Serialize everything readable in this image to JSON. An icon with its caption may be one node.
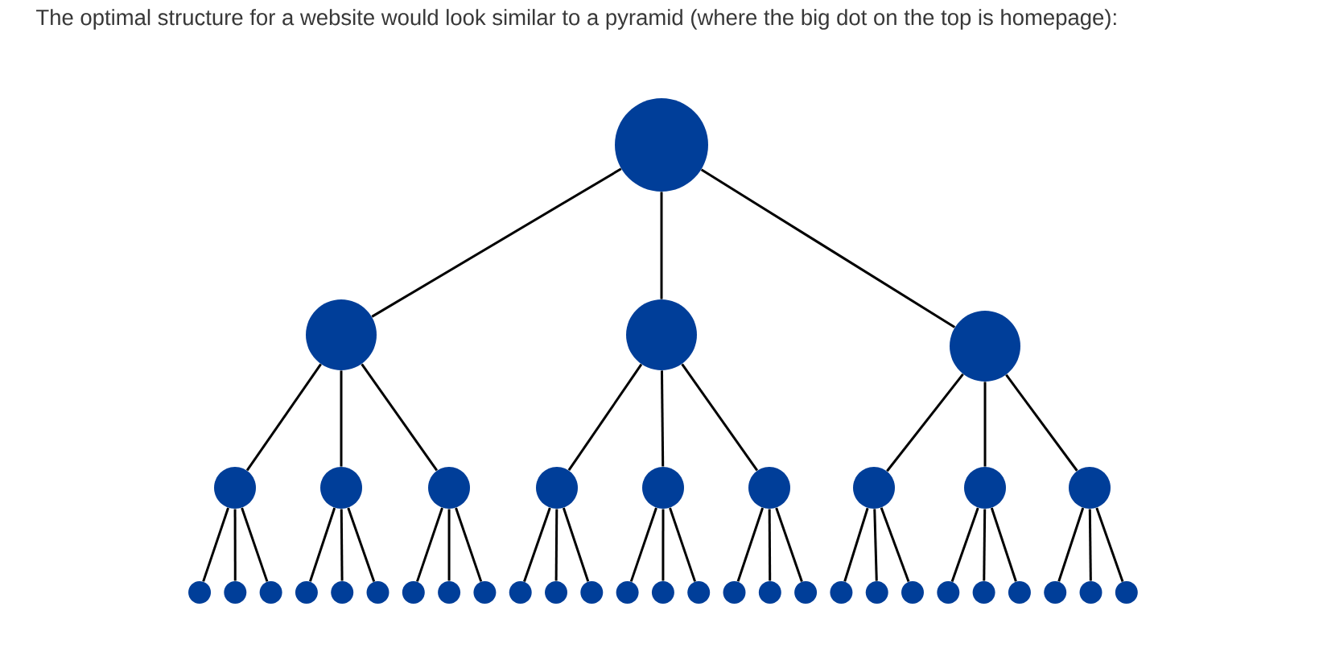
{
  "diagram": {
    "title": "The optimal structure for a website would look similar to a pyramid (where the big dot on the top is homepage):",
    "nodes": [
      {
        "text": [],
        "shape": "circle"
      },
      {
        "text": [],
        "shape": "circle"
      },
      {
        "text": [],
        "shape": "circle"
      },
      {
        "text": [],
        "shape": "circle"
      },
      {
        "text": [],
        "shape": "circle"
      },
      {
        "text": [],
        "shape": "circle"
      },
      {
        "text": [],
        "shape": "circle"
      },
      {
        "text": [],
        "shape": "circle"
      },
      {
        "text": [],
        "shape": "circle"
      },
      {
        "text": [],
        "shape": "circle"
      },
      {
        "text": [],
        "shape": "circle"
      },
      {
        "text": [],
        "shape": "circle"
      },
      {
        "text": [],
        "shape": "circle"
      },
      {
        "text": [],
        "shape": "circle"
      },
      {
        "text": [],
        "shape": "circle"
      },
      {
        "text": [],
        "shape": "circle"
      },
      {
        "text": [],
        "shape": "circle"
      },
      {
        "text": [],
        "shape": "circle"
      },
      {
        "text": [],
        "shape": "circle"
      },
      {
        "text": [],
        "shape": "circle"
      },
      {
        "text": [],
        "shape": "circle"
      },
      {
        "text": [],
        "shape": "circle"
      },
      {
        "text": [],
        "shape": "circle"
      },
      {
        "text": [],
        "shape": "circle"
      },
      {
        "text": [],
        "shape": "circle"
      },
      {
        "text": [],
        "shape": "circle"
      },
      {
        "text": [],
        "shape": "circle"
      },
      {
        "text": [],
        "shape": "circle"
      },
      {
        "text": [],
        "shape": "circle"
      },
      {
        "text": [],
        "shape": "circle"
      },
      {
        "text": [],
        "shape": "circle"
      },
      {
        "text": [],
        "shape": "circle"
      },
      {
        "text": [],
        "shape": "circle"
      },
      {
        "text": [],
        "shape": "circle"
      },
      {
        "text": [],
        "shape": "circle"
      },
      {
        "text": [],
        "shape": "circle"
      },
      {
        "text": [],
        "shape": "circle"
      },
      {
        "text": [],
        "shape": "circle"
      },
      {
        "text": [],
        "shape": "circle"
      },
      {
        "text": [],
        "shape": "circle"
      }
    ],
    "edges": [
      {
        "from": 0,
        "to": 1,
        "arrow": "none"
      },
      {
        "from": 0,
        "to": 2,
        "arrow": "none"
      },
      {
        "from": 0,
        "to": 3,
        "arrow": "none"
      },
      {
        "from": 1,
        "to": 4,
        "arrow": "none"
      },
      {
        "from": 1,
        "to": 5,
        "arrow": "none"
      },
      {
        "from": 1,
        "to": 6,
        "arrow": "none"
      },
      {
        "from": 2,
        "to": 7,
        "arrow": "none"
      },
      {
        "from": 2,
        "to": 8,
        "arrow": "none"
      },
      {
        "from": 2,
        "to": 9,
        "arrow": "none"
      },
      {
        "from": 3,
        "to": 10,
        "arrow": "none"
      },
      {
        "from": 3,
        "to": 11,
        "arrow": "none"
      },
      {
        "from": 3,
        "to": 12,
        "arrow": "none"
      },
      {
        "from": 4,
        "to": 13,
        "arrow": "none"
      },
      {
        "from": 4,
        "to": 14,
        "arrow": "none"
      },
      {
        "from": 4,
        "to": 15,
        "arrow": "none"
      },
      {
        "from": 5,
        "to": 16,
        "arrow": "none"
      },
      {
        "from": 5,
        "to": 17,
        "arrow": "none"
      },
      {
        "from": 5,
        "to": 18,
        "arrow": "none"
      },
      {
        "from": 6,
        "to": 19,
        "arrow": "none"
      },
      {
        "from": 6,
        "to": 20,
        "arrow": "none"
      },
      {
        "from": 6,
        "to": 21,
        "arrow": "none"
      },
      {
        "from": 7,
        "to": 22,
        "arrow": "none"
      },
      {
        "from": 7,
        "to": 23,
        "arrow": "none"
      },
      {
        "from": 7,
        "to": 24,
        "arrow": "none"
      },
      {
        "from": 8,
        "to": 25,
        "arrow": "none"
      },
      {
        "from": 8,
        "to": 26,
        "arrow": "none"
      },
      {
        "from": 8,
        "to": 27,
        "arrow": "none"
      },
      {
        "from": 9,
        "to": 28,
        "arrow": "none"
      },
      {
        "from": 9,
        "to": 29,
        "arrow": "none"
      },
      {
        "from": 9,
        "to": 30,
        "arrow": "none"
      },
      {
        "from": 10,
        "to": 31,
        "arrow": "none"
      },
      {
        "from": 10,
        "to": 32,
        "arrow": "none"
      },
      {
        "from": 10,
        "to": 33,
        "arrow": "none"
      },
      {
        "from": 11,
        "to": 34,
        "arrow": "none"
      },
      {
        "from": 11,
        "to": 35,
        "arrow": "none"
      },
      {
        "from": 11,
        "to": 36,
        "arrow": "none"
      },
      {
        "from": 12,
        "to": 37,
        "arrow": "none"
      },
      {
        "from": 12,
        "to": 38,
        "arrow": "none"
      },
      {
        "from": 12,
        "to": 39,
        "arrow": "none"
      }
    ]
  }
}
